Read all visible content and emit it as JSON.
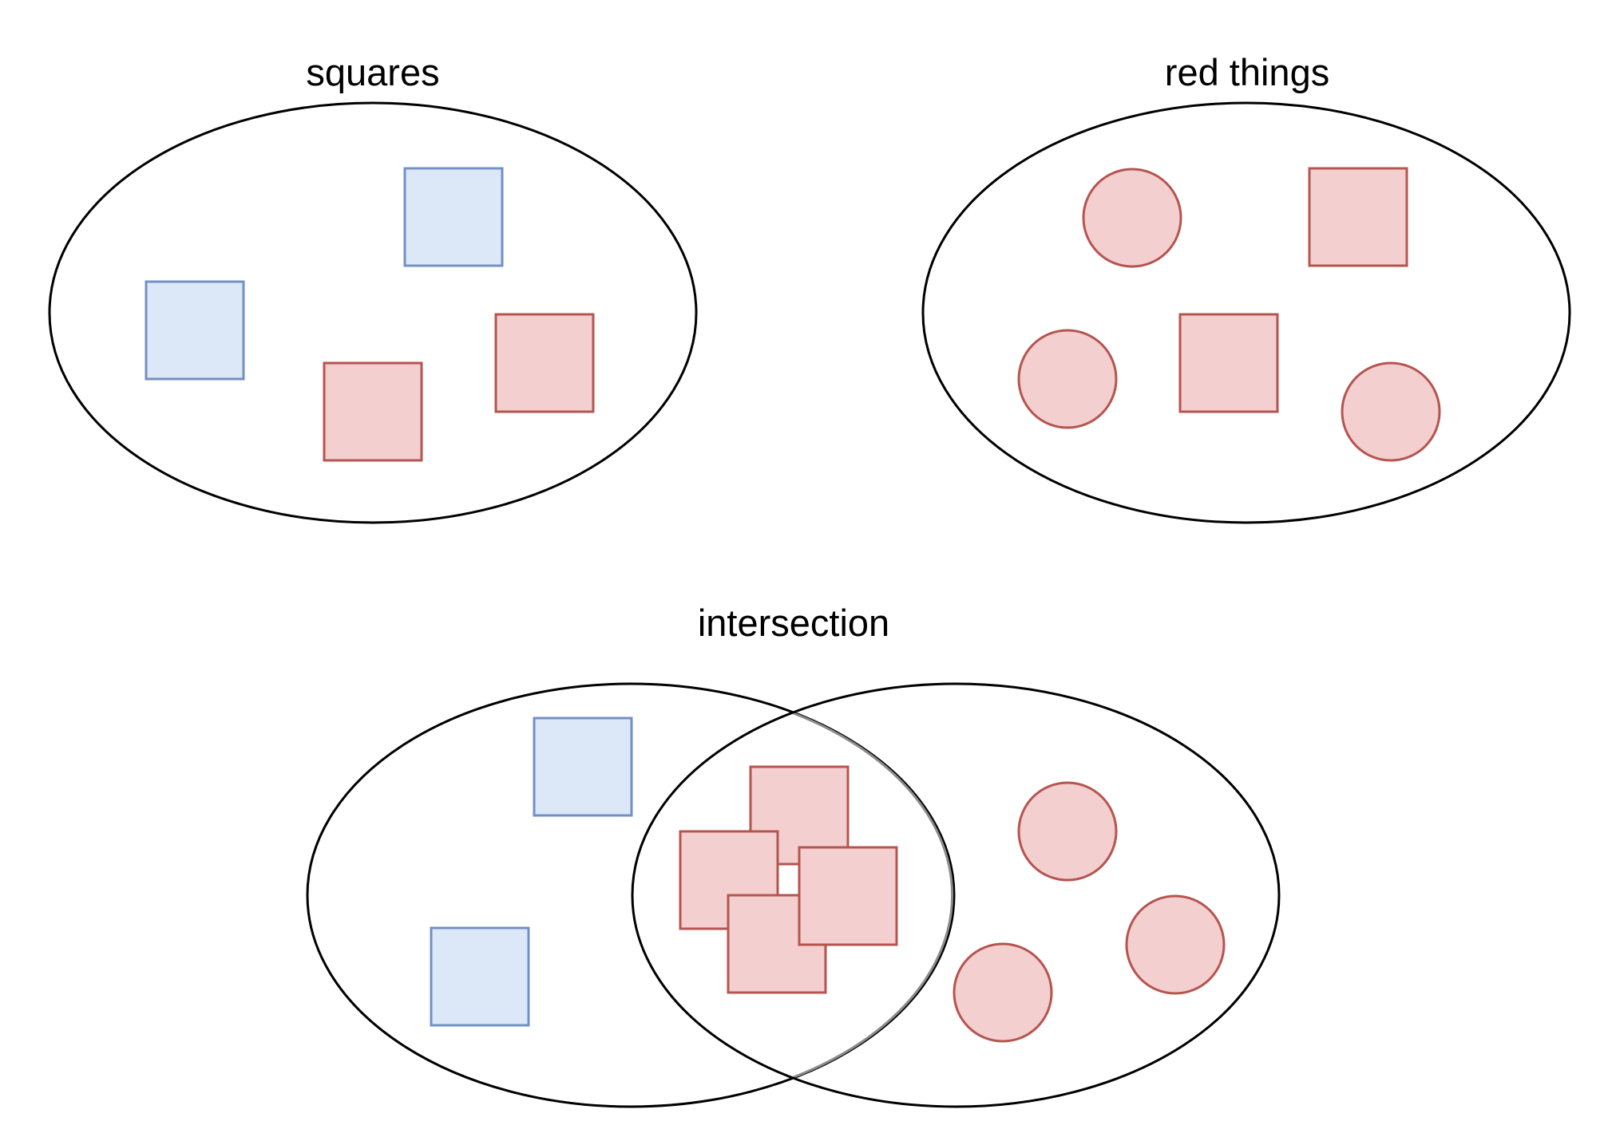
{
  "diagrams": {
    "squares": {
      "title": "squares"
    },
    "red_things": {
      "title": "red things"
    },
    "intersection": {
      "title": "intersection"
    }
  },
  "colors": {
    "ellipse_stroke": "#000000",
    "inner_arc_stroke": "#8c8c8c",
    "blue_fill": "#dce7f8",
    "blue_stroke": "#7390c4",
    "red_fill": "#f3cfcf",
    "red_stroke": "#b6544f",
    "background": "#ffffff"
  }
}
